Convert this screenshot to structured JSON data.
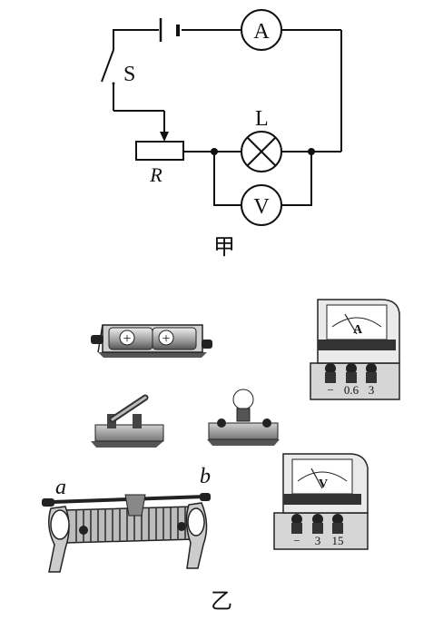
{
  "circuit": {
    "ammeter_symbol": "A",
    "voltmeter_symbol": "V",
    "switch_label": "S",
    "lamp_label": "L",
    "rheostat_label": "R",
    "caption": "甲"
  },
  "apparatus": {
    "battery_cell_mark_1": "+",
    "battery_cell_mark_2": "+",
    "ammeter_face_symbol": "A",
    "ammeter_terminals": [
      "−",
      "0.6",
      "3"
    ],
    "voltmeter_face_symbol": "V",
    "voltmeter_terminals": [
      "−",
      "3",
      "15"
    ],
    "rheostat_end_a": "a",
    "rheostat_end_b": "b",
    "caption": "乙"
  }
}
